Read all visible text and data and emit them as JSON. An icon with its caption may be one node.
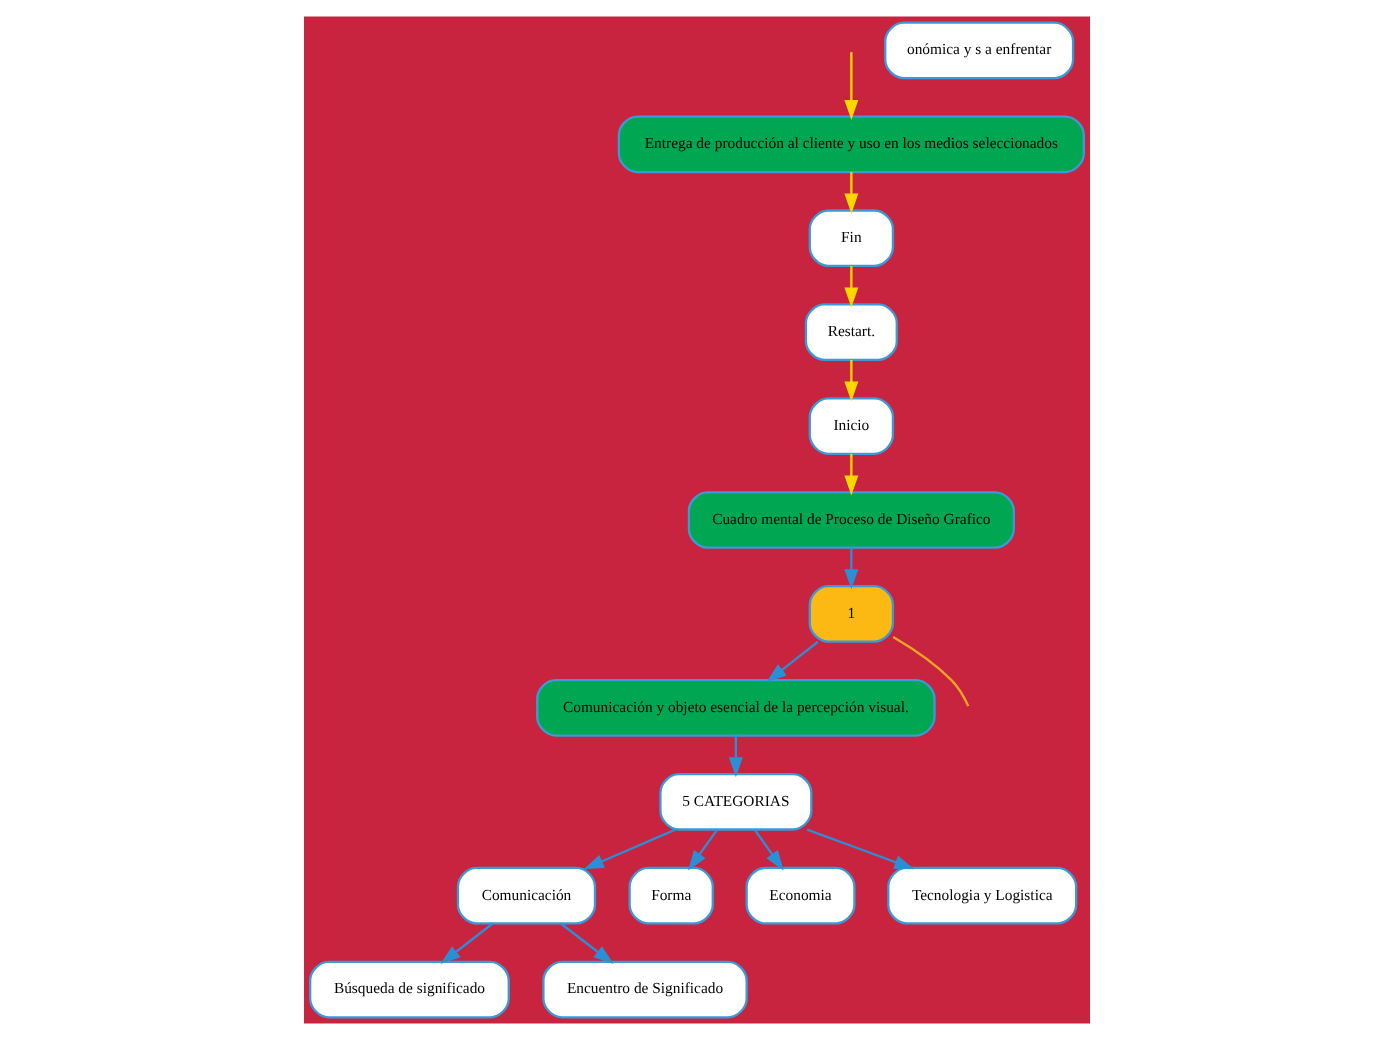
{
  "diagram": {
    "nodes": [
      {
        "text": [
          "Entrega de producción al cliente y uso en los medios seleccionados"
        ]
      },
      {
        "text": [
          "Fin"
        ]
      },
      {
        "text": [
          "Restart."
        ]
      },
      {
        "text": [
          "Inicio"
        ]
      },
      {
        "text": [
          "Cuadro mental de Proceso de Diseño Grafico"
        ]
      },
      {
        "text": [
          "1"
        ]
      },
      {
        "text": [
          "Comunicación y objeto esencial de la percepción visual."
        ]
      },
      {
        "text": [
          "5 CATEGORIAS"
        ]
      },
      {
        "text": [
          "Comunicación"
        ]
      },
      {
        "text": [
          "Forma"
        ]
      },
      {
        "text": [
          "Economia"
        ]
      },
      {
        "text": [
          "Tecnologia y Logistica"
        ]
      },
      {
        "text": [
          "Búsqueda de significado"
        ]
      },
      {
        "text": [
          "Encuentro de Significado"
        ]
      },
      {
        "text": [
          "onómica y s a enfrentar"
        ]
      }
    ],
    "edges": [
      {
        "from": null,
        "to": 0,
        "arrow": "to",
        "color": "#ffd700"
      },
      {
        "from": 0,
        "to": 1,
        "arrow": "to",
        "color": "#ffd700"
      },
      {
        "from": 1,
        "to": 2,
        "arrow": "to",
        "color": "#ffd700"
      },
      {
        "from": 2,
        "to": 3,
        "arrow": "to",
        "color": "#ffd700"
      },
      {
        "from": 3,
        "to": 4,
        "arrow": "to",
        "color": "#ffd700"
      },
      {
        "from": 4,
        "to": 5,
        "arrow": "to"
      },
      {
        "from": 5,
        "to": 6,
        "arrow": "to"
      },
      {
        "from": 6,
        "to": 7,
        "arrow": "to"
      },
      {
        "from": 7,
        "to": 8,
        "arrow": "to"
      },
      {
        "from": 7,
        "to": 9,
        "arrow": "to"
      },
      {
        "from": 7,
        "to": 10,
        "arrow": "to"
      },
      {
        "from": 7,
        "to": 11,
        "arrow": "to"
      },
      {
        "from": 8,
        "to": 12,
        "arrow": "to"
      },
      {
        "from": 8,
        "to": 13,
        "arrow": "to"
      },
      {
        "from": 5,
        "to": null,
        "arrow": "none",
        "color": "#f5a623"
      }
    ]
  }
}
